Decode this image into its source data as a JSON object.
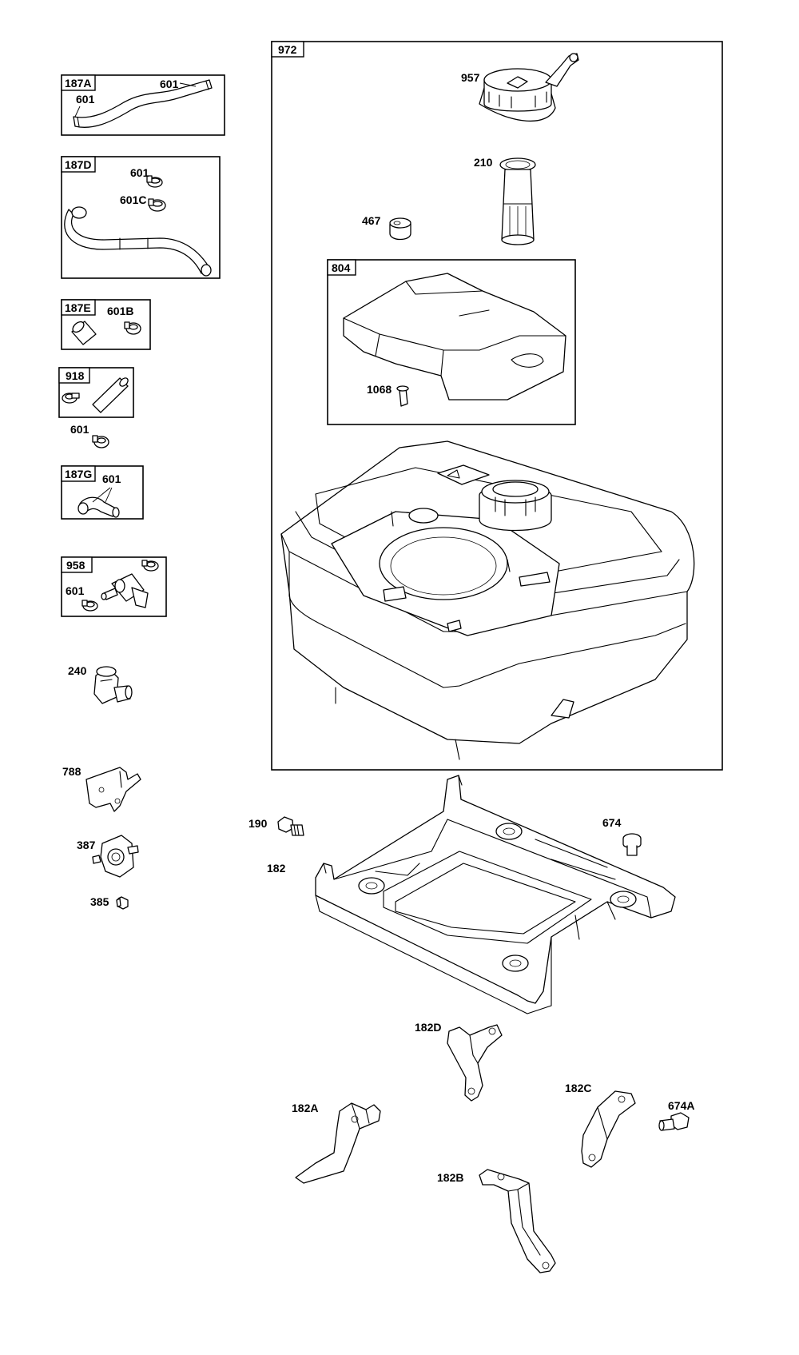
{
  "boxes": {
    "b972": "972",
    "b804": "804",
    "b187A": "187A",
    "b187D": "187D",
    "b187E": "187E",
    "b918": "918",
    "b187G": "187G",
    "b958": "958"
  },
  "labels": {
    "l957": "957",
    "l210": "210",
    "l467": "467",
    "l1068": "1068",
    "l601_187A_a": "601",
    "l601_187A_b": "601",
    "l601_187D": "601",
    "l601C": "601C",
    "l601B": "601B",
    "l601_918": "601",
    "l601_187G": "601",
    "l601_958": "601",
    "l240": "240",
    "l788": "788",
    "l387": "387",
    "l385": "385",
    "l190": "190",
    "l182": "182",
    "l674": "674",
    "l182D": "182D",
    "l182C": "182C",
    "l674A": "674A",
    "l182A": "182A",
    "l182B": "182B"
  }
}
